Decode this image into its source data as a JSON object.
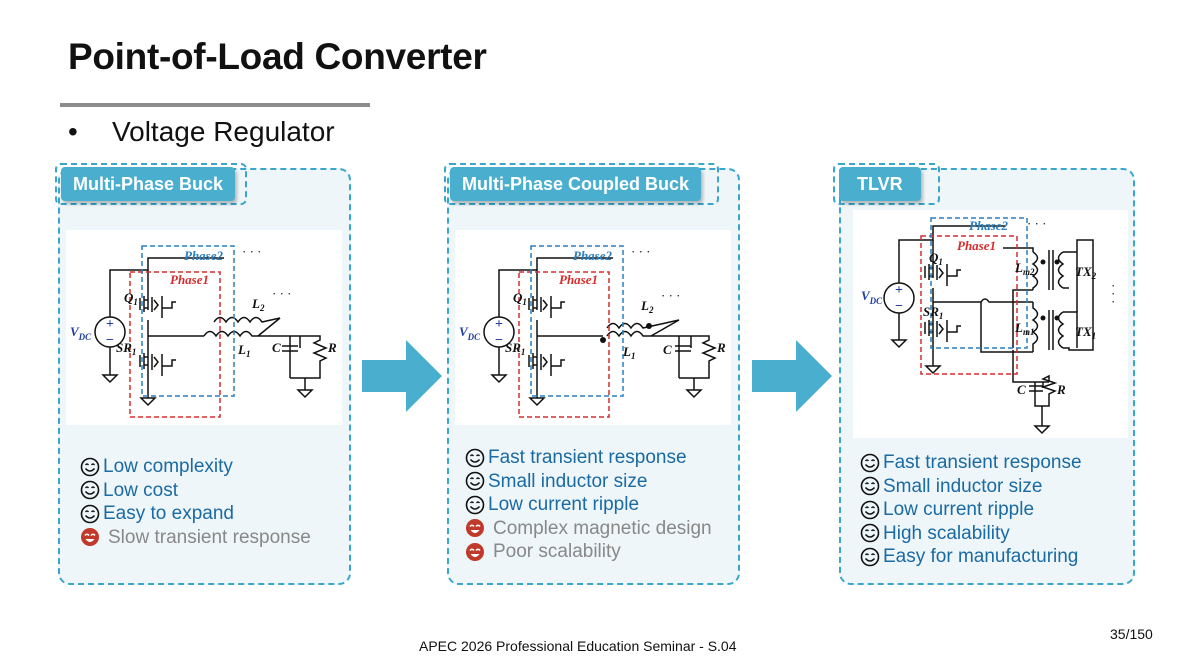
{
  "slide": {
    "title": "Point-of-Load Converter",
    "bullet": "Voltage Regulator",
    "footer": "APEC 2026 Professional Education Seminar  -  S.04",
    "page": "35/150"
  },
  "colors": {
    "accent": "#4aaecf",
    "pro_text": "#1a6aa3",
    "con_text": "#888888",
    "phase1": "#d62d2d",
    "phase2": "#2a7fc0"
  },
  "panels": [
    {
      "tag": "Multi-Phase Buck",
      "schematic": {
        "vdc": "V",
        "vdc_sub": "DC",
        "q1": "Q",
        "sr1": "SR",
        "phase1": "Phase1",
        "phase2": "Phase2",
        "l1": "L",
        "l2": "L",
        "c": "C",
        "r": "R"
      },
      "props": [
        {
          "text": "Low complexity",
          "kind": "pro",
          "icon": "smile-icon"
        },
        {
          "text": "Low cost",
          "kind": "pro",
          "icon": "smile-icon"
        },
        {
          "text": "Easy to expand",
          "kind": "pro",
          "icon": "smile-icon"
        },
        {
          "text": "Slow transient response",
          "kind": "con",
          "icon": "frown-icon"
        }
      ]
    },
    {
      "tag": "Multi-Phase Coupled Buck",
      "schematic": {
        "vdc": "V",
        "vdc_sub": "DC",
        "q1": "Q",
        "sr1": "SR",
        "phase1": "Phase1",
        "phase2": "Phase2",
        "l1": "L",
        "l2": "L",
        "c": "C",
        "r": "R"
      },
      "props": [
        {
          "text": "Fast transient response",
          "kind": "pro",
          "icon": "smile-icon"
        },
        {
          "text": "Small inductor size",
          "kind": "pro",
          "icon": "smile-icon"
        },
        {
          "text": "Low current ripple",
          "kind": "pro",
          "icon": "smile-icon"
        },
        {
          "text": "Complex magnetic design",
          "kind": "con",
          "icon": "frown-icon"
        },
        {
          "text": "Poor scalability",
          "kind": "con",
          "icon": "frown-icon"
        }
      ]
    },
    {
      "tag": "TLVR",
      "schematic": {
        "vdc": "V",
        "vdc_sub": "DC",
        "q1": "Q",
        "sr1": "SR",
        "phase1": "Phase1",
        "phase2": "Phase2",
        "lm1": "L",
        "lm2": "L",
        "tx1": "TX",
        "tx2": "TX",
        "c": "C",
        "r": "R"
      },
      "props": [
        {
          "text": "Fast transient response",
          "kind": "pro",
          "icon": "smile-icon"
        },
        {
          "text": "Small inductor size",
          "kind": "pro",
          "icon": "smile-icon"
        },
        {
          "text": "Low current ripple",
          "kind": "pro",
          "icon": "smile-icon"
        },
        {
          "text": "High scalability",
          "kind": "pro",
          "icon": "smile-icon"
        },
        {
          "text": "Easy for manufacturing",
          "kind": "pro",
          "icon": "smile-icon"
        }
      ]
    }
  ]
}
